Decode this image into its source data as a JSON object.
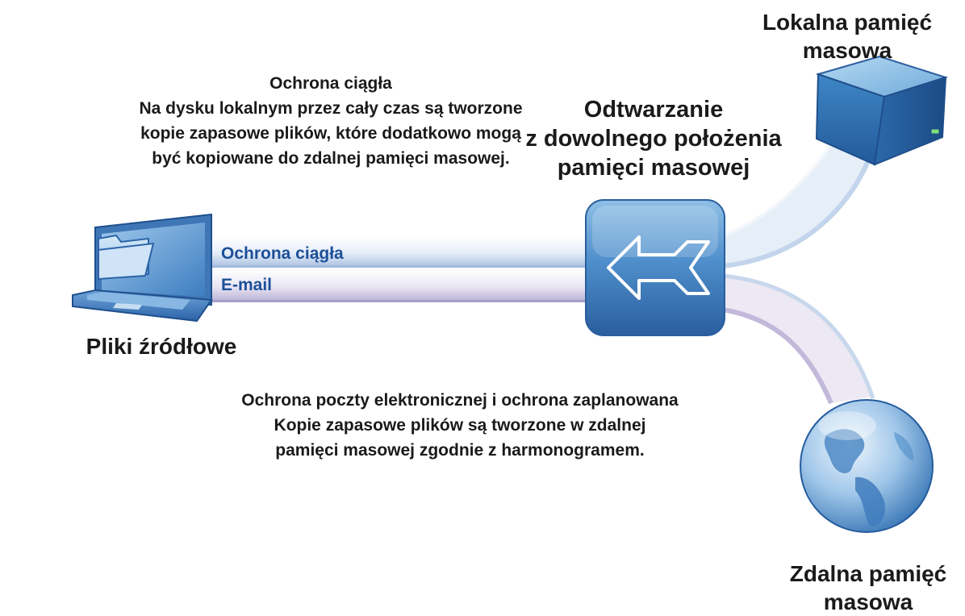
{
  "continuous_protection": {
    "title": "Ochrona ciągła",
    "description": [
      "Na dysku lokalnym przez cały czas są tworzone",
      "kopie zapasowe plików, które dodatkowo mogą",
      "być kopiowane do zdalnej pamięci masowej."
    ]
  },
  "restore": {
    "title": [
      "Odtwarzanie",
      "z dowolnego położenia",
      "pamięci masowej"
    ]
  },
  "local_storage": {
    "title": [
      "Lokalna pamięć",
      "masowa"
    ]
  },
  "remote_storage": {
    "title": [
      "Zdalna pamięć",
      "masowa"
    ]
  },
  "source_files": {
    "title": "Pliki źródłowe"
  },
  "bands": {
    "continuous": "Ochrona ciągła",
    "email": "E-mail"
  },
  "email_scheduled": {
    "title": "Ochrona poczty elektronicznej i ochrona zaplanowana",
    "description": [
      "Kopie zapasowe plików są tworzone w zdalnej",
      "pamięci masowej zgodnie z harmonogramem."
    ]
  },
  "colors": {
    "band_blue": "#b9cde8",
    "band_violet": "#c9c2df",
    "accent_blue": "#1d4f9a",
    "tile_blue": "#3e78b8"
  },
  "icons": [
    "laptop-folder-icon",
    "restore-arrow-icon",
    "storage-box-icon",
    "globe-icon"
  ]
}
